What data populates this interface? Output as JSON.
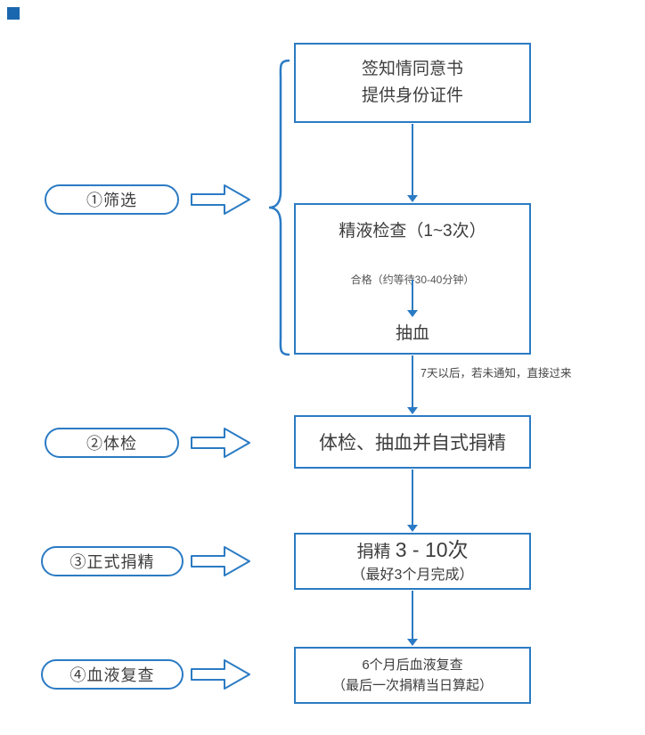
{
  "colors": {
    "accent": "#2b7bc4",
    "corner": "#1a67b0"
  },
  "stages": [
    {
      "label": "①筛选"
    },
    {
      "label": "②体检"
    },
    {
      "label": "③正式捐精"
    },
    {
      "label": "④血液复查"
    }
  ],
  "flow": {
    "box1": {
      "line1": "签知情同意书",
      "line2": "提供身份证件"
    },
    "box2": {
      "title": "精液检查（1~3次）",
      "note": "合格（约等待30-40分钟）",
      "result": "抽血"
    },
    "between_note": "7天以后，若未通知，直接过来",
    "box3": {
      "text": "体检、抽血并自式捐精"
    },
    "box4": {
      "prefix": "捐精 ",
      "emph": "3 - 10次",
      "line2": "（最好3个月完成）"
    },
    "box5": {
      "line1": "6个月后血液复查",
      "line2": "（最后一次捐精当日算起）"
    }
  }
}
